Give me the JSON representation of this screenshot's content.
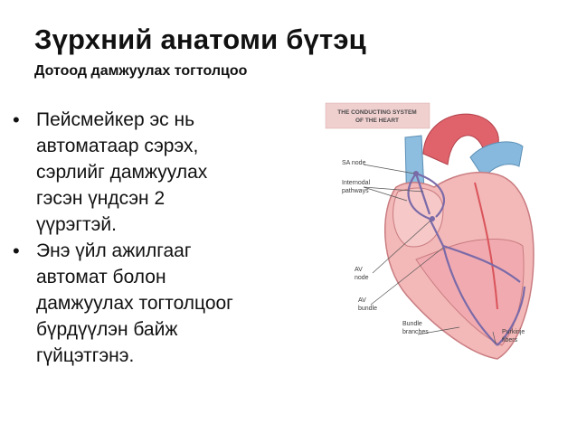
{
  "slide": {
    "title": "Зүрхний анатоми бүтэц",
    "subtitle": "Дотоод дамжуулах тогтолцоо",
    "bullets": [
      {
        "text": "Пейсмейкер эс нь\nавтоматаар сэрэх,\nсэрлийг дамжуулах\nгэсэн үндсэн 2\nүүрэгтэй."
      },
      {
        "text": "Энэ үйл ажилгааг\nавтомат болон\nдамжуулах тогтолцоог\nбүрдүүлэн байж\nгүйцэтгэнэ."
      }
    ]
  },
  "figure": {
    "caption_line1": "THE CONDUCTING SYSTEM",
    "caption_line2": "OF THE HEART",
    "labels": {
      "sa_node": "SA node",
      "internodal_1": "Internodal",
      "internodal_2": "pathways",
      "av_node_1": "AV",
      "av_node_2": "node",
      "av_bundle_1": "AV",
      "av_bundle_2": "bundle",
      "bundle_branches_1": "Bundle",
      "bundle_branches_2": "branches",
      "purkinje_1": "Purkinje",
      "purkinje_2": "fibers"
    }
  },
  "colors": {
    "heart_pink": "#f3b8b8",
    "heart_red": "#d9545a",
    "vessel_blue": "#7fb3d9",
    "caption_box": "#f0cfcf"
  }
}
